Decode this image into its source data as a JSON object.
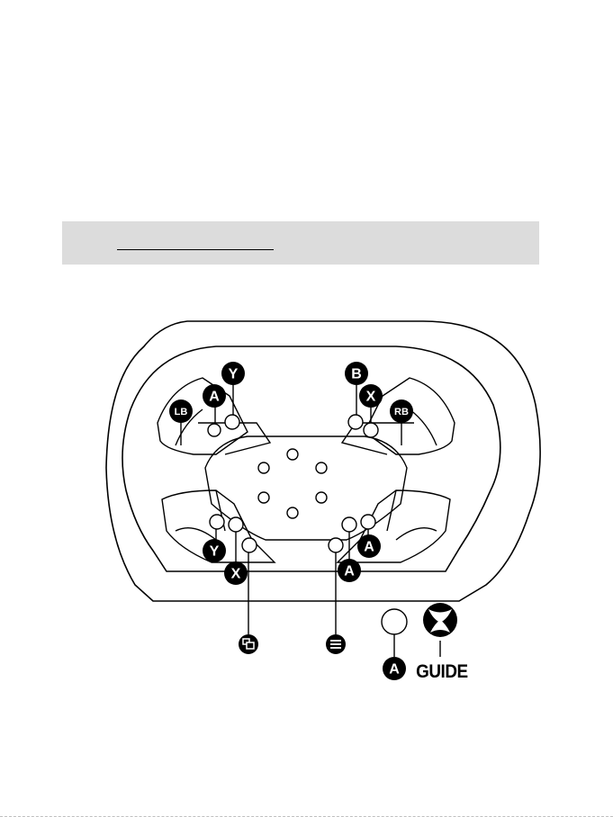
{
  "diagram": {
    "badges": {
      "a_top": "A",
      "y_top": "Y",
      "b_top": "B",
      "x_top": "X",
      "lb": "LB",
      "rb": "RB",
      "y_bottom": "Y",
      "x_bottom": "X",
      "a_right_upper": "A",
      "a_right_lower": "A",
      "a_bottom": "A"
    },
    "guide_label": "GUIDE"
  }
}
